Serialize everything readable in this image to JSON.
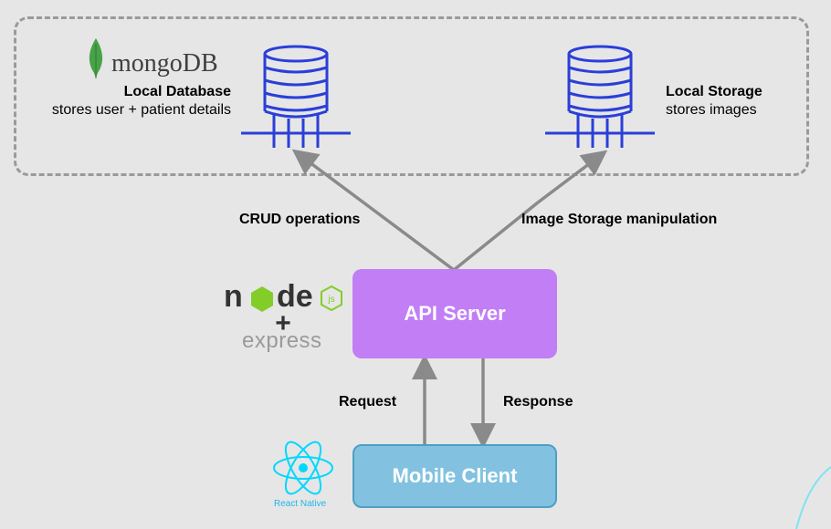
{
  "colors": {
    "background": "#e6e6e6",
    "db_icon": "#2a3fd8",
    "arrow": "#8a8a8a",
    "api_server": "#c17ef5",
    "mobile_client": "#82c2e0",
    "mongo_leaf": "#47a248",
    "react": "#00d8ff",
    "node_green": "#83cd29"
  },
  "logos": {
    "mongodb": "mongoDB",
    "express": "express",
    "react_native": "React Native",
    "node_js": "js"
  },
  "local_database": {
    "title": "Local Database",
    "desc": "stores user + patient details"
  },
  "local_storage": {
    "title": "Local Storage",
    "desc": "stores images"
  },
  "edges": {
    "crud": "CRUD operations",
    "image_storage": "Image Storage manipulation",
    "request": "Request",
    "response": "Response"
  },
  "nodes": {
    "api_server": "API Server",
    "mobile_client": "Mobile Client"
  }
}
